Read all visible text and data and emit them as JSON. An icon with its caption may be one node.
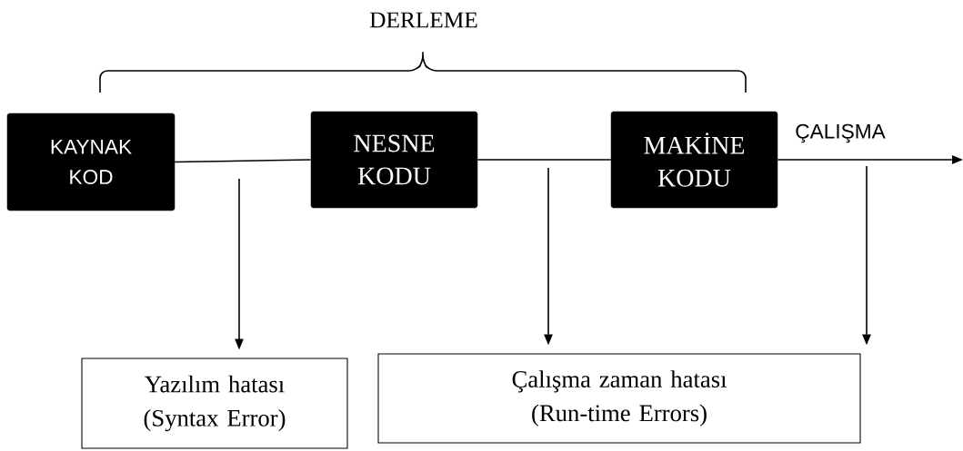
{
  "diagram": {
    "nodes": [
      {
        "text": [
          "KAYNAK KOD"
        ]
      },
      {
        "text": [
          "NESNE KODU"
        ]
      },
      {
        "text": [
          "MAKİNE KODU"
        ]
      },
      {
        "text": [
          "Yazılım hatası",
          "(Syntax Error)"
        ]
      },
      {
        "text": [
          "Çalışma zaman hatası",
          "(Run-time Errors)"
        ]
      }
    ],
    "edges": [
      {
        "from": 0,
        "to": 1,
        "arrow": "none"
      },
      {
        "from": 1,
        "to": 2,
        "arrow": "none"
      },
      {
        "from": 2,
        "to": null,
        "arrow": "to",
        "label": "ÇALIŞMA"
      },
      {
        "from": null,
        "to": 3,
        "arrow": "to"
      },
      {
        "from": null,
        "to": 4,
        "arrow": "to"
      },
      {
        "from": null,
        "to": 4,
        "arrow": "to"
      }
    ],
    "labels": [
      "DERLEME"
    ]
  }
}
